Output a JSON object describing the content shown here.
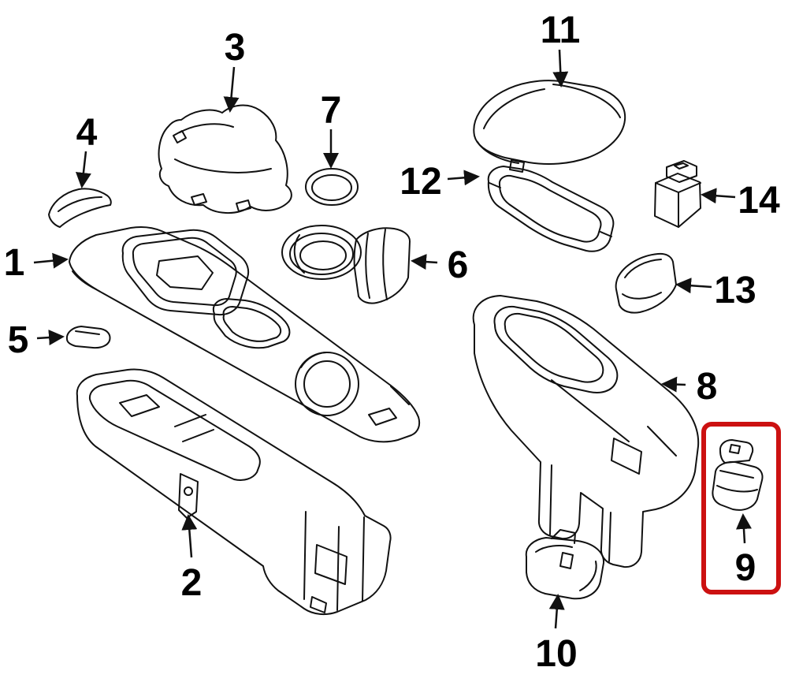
{
  "diagram": {
    "kind": "exploded-parts-diagram",
    "subject": "center-console-assembly",
    "background_color": "#ffffff",
    "line_color": "#111111",
    "label_color": "#000000",
    "highlight": {
      "color": "#cc1111",
      "highlighted_callout": "9"
    },
    "callouts": [
      {
        "number": "1",
        "part": "console-top-panel"
      },
      {
        "number": "2",
        "part": "console-lower-housing"
      },
      {
        "number": "3",
        "part": "shifter-boot-trim"
      },
      {
        "number": "4",
        "part": "corner-trim-piece"
      },
      {
        "number": "5",
        "part": "trim-clip"
      },
      {
        "number": "6",
        "part": "cupholder-insert"
      },
      {
        "number": "7",
        "part": "seal-ring"
      },
      {
        "number": "8",
        "part": "rear-console-body"
      },
      {
        "number": "9",
        "part": "latch-bracket"
      },
      {
        "number": "10",
        "part": "mount-bracket"
      },
      {
        "number": "11",
        "part": "armrest-lid"
      },
      {
        "number": "12",
        "part": "hinge-tray"
      },
      {
        "number": "13",
        "part": "side-bracket"
      },
      {
        "number": "14",
        "part": "switch-unit"
      }
    ]
  }
}
